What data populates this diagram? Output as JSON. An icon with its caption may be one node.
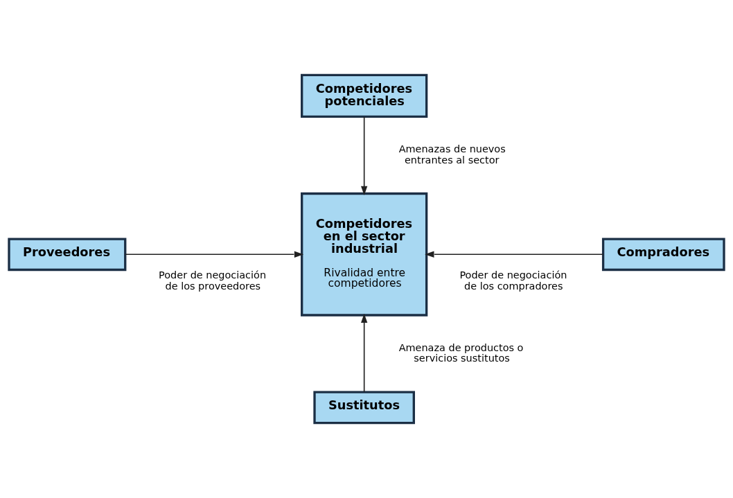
{
  "diagram": {
    "nodes": [
      {
        "text": [
          "Competidores potenciales"
        ]
      },
      {
        "text": [
          "Proveedores"
        ]
      },
      {
        "text": [
          "Competidores en el sector industrial",
          "Rivalidad entre competidores"
        ]
      },
      {
        "text": [
          "Compradores"
        ]
      },
      {
        "text": [
          "Sustitutos"
        ]
      }
    ],
    "edges": [
      {
        "from": 0,
        "to": 2,
        "arrow": "to",
        "label": "Amenazas de nuevos entrantes al sector"
      },
      {
        "from": 1,
        "to": 2,
        "arrow": "to",
        "label": "Poder de negociación de los proveedores"
      },
      {
        "from": 3,
        "to": 2,
        "arrow": "to",
        "label": "Poder de negociación de los compradores"
      },
      {
        "from": 4,
        "to": 2,
        "arrow": "to",
        "label": "Amenaza de productos o servicios sustitutos"
      }
    ]
  }
}
